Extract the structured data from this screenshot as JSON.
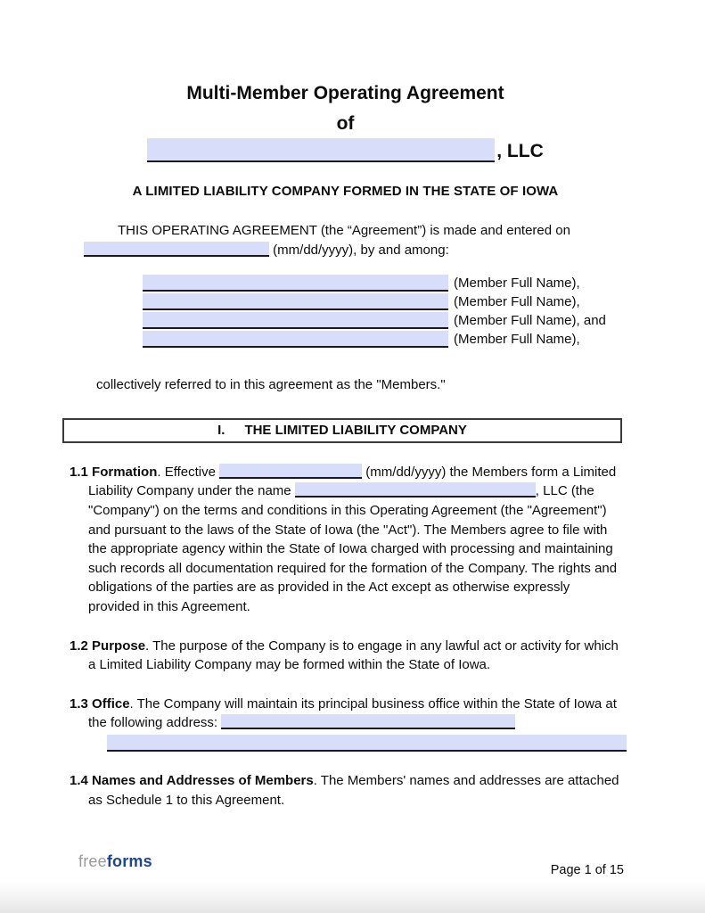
{
  "theme": {
    "field_highlight": "#d8defa",
    "underline": "#1a1a1a",
    "box_border": "#3a3a3a",
    "logo_gray": "#9b9b9b",
    "logo_blue": "#1b4697"
  },
  "header": {
    "title_line1": "Multi-Member Operating Agreement",
    "title_line2": "of",
    "company_suffix": ", LLC",
    "subtitle": "A LIMITED LIABILITY COMPANY FORMED IN THE STATE OF IOWA"
  },
  "intro": {
    "line1": "THIS OPERATING AGREEMENT (the “Agreement”) is made and entered on ",
    "after_date": " (mm/dd/yyyy), by and among:"
  },
  "members": [
    "(Member Full Name),",
    "(Member Full Name),",
    "(Member Full Name), and",
    "(Member Full Name),"
  ],
  "collective_note": "collectively referred to in this agreement as the \"Members.\"",
  "section1": {
    "numeral": "I.",
    "heading": "THE LIMITED LIABILITY COMPANY",
    "formation": {
      "num": "1.1",
      "title": "Formation",
      "after_title": ". Effective ",
      "between_date_and_name": " (mm/dd/yyyy) the Members form a Limited Liability Company under the name ",
      "after_name": ", LLC (the \"Company\") on the terms and conditions in this Operating Agreement (the \"Agreement\") and pursuant to the laws of the State of Iowa (the \"Act\"). The Members agree to file with the appropriate agency within the State of Iowa charged with processing and maintaining such records all documentation required for the formation of the Company. The rights and obligations of the parties are as provided in the Act except as otherwise expressly provided in this Agreement."
    },
    "purpose": {
      "num": "1.2",
      "title": "Purpose",
      "text": ". The purpose of the Company is to engage in any lawful act or activity for which a Limited Liability Company may be formed within the State of Iowa."
    },
    "office": {
      "num": "1.3",
      "title": "Office",
      "text": ". The Company will maintain its principal business office within the State of Iowa at the following address: "
    },
    "names_addresses": {
      "num": "1.4",
      "title": "Names and Addresses of Members",
      "text": ". The Members' names and addresses are attached as Schedule 1 to this Agreement."
    }
  },
  "footer": {
    "logo_part1": "free",
    "logo_part2": "forms",
    "page_label": "Page 1 of 15"
  }
}
